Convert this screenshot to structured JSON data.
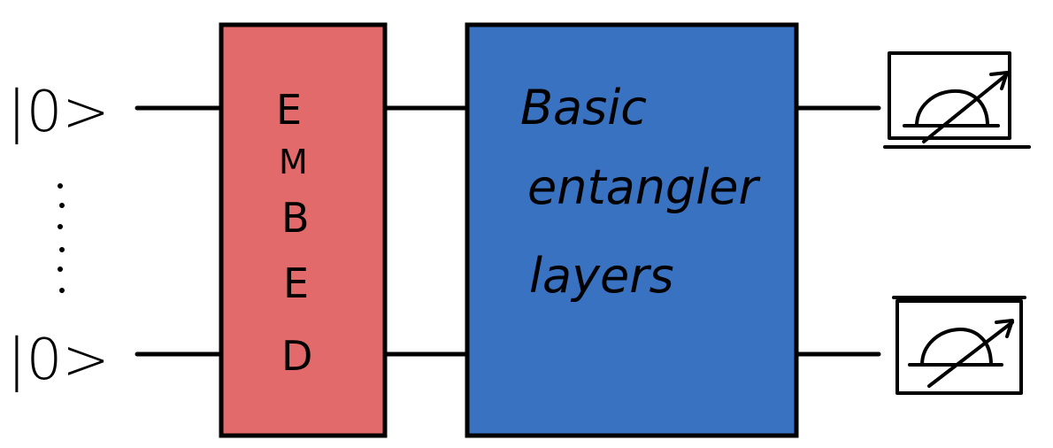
{
  "diagram": {
    "inputs": [
      {
        "label": "|0>"
      },
      {
        "label": "|0>"
      }
    ],
    "embed_block": {
      "letters": [
        "E",
        "M",
        "B",
        "E",
        "D"
      ],
      "color": "#e36a6a"
    },
    "entangler_block": {
      "lines": [
        "Basic",
        "entangler",
        "layers"
      ],
      "color": "#3a72c2"
    },
    "measurements": [
      {
        "icon": "meter-icon"
      },
      {
        "icon": "meter-icon"
      }
    ],
    "wire_color": "#000000"
  }
}
